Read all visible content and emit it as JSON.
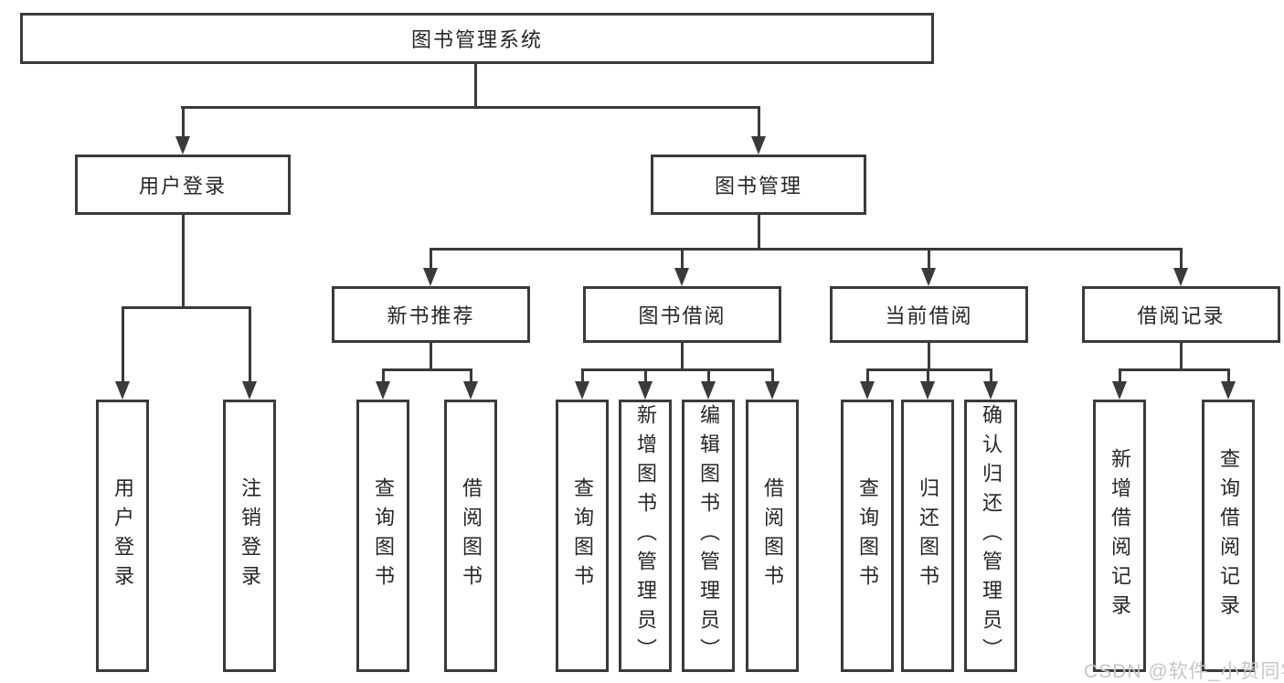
{
  "diagram": {
    "title": "图书管理系统",
    "watermark": "CSDN @软件_小贺同学",
    "colors": {
      "line": "#3a3a3a",
      "text": "#262626",
      "background": "#ffffff",
      "watermark": "#c6c6c6"
    },
    "nodes": {
      "root": "图书管理系统",
      "user_login": "用户登录",
      "book_manage": "图书管理",
      "new_book_recommend": "新书推荐",
      "book_borrow": "图书借阅",
      "current_borrow": "当前借阅",
      "borrow_record": "借阅记录",
      "leaf_user_login": "用户登录",
      "leaf_logout": "注销登录",
      "leaf_rec_query_book": "查询图书",
      "leaf_rec_borrow_book": "借阅图书",
      "leaf_bb_query_book": "查询图书",
      "leaf_bb_add_book": "新增图书（管理员）",
      "leaf_bb_edit_book": "编辑图书（管理员）",
      "leaf_bb_borrow_book": "借阅图书",
      "leaf_cb_query_book": "查询图书",
      "leaf_cb_return_book": "归还图书",
      "leaf_cb_confirm_return": "确认归还（管理员）",
      "leaf_br_add_record": "新增借阅记录",
      "leaf_br_query_record": "查询借阅记录"
    }
  }
}
